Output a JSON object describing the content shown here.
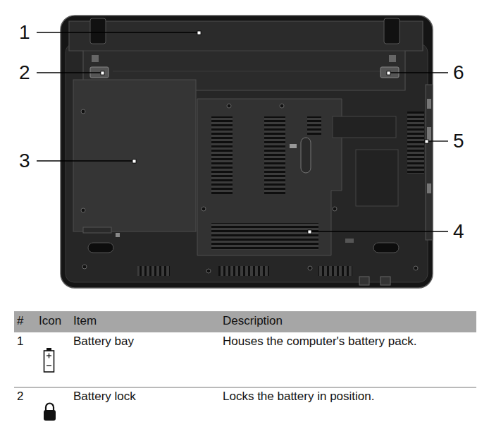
{
  "diagram": {
    "labels": [
      "1",
      "2",
      "3",
      "4",
      "5",
      "6",
      "#",
      "Icon",
      "Item",
      "Description",
      "1",
      "Battery bay",
      "Houses the computer's battery pack.",
      "2",
      "Battery lock",
      "Locks the battery in position."
    ]
  }
}
